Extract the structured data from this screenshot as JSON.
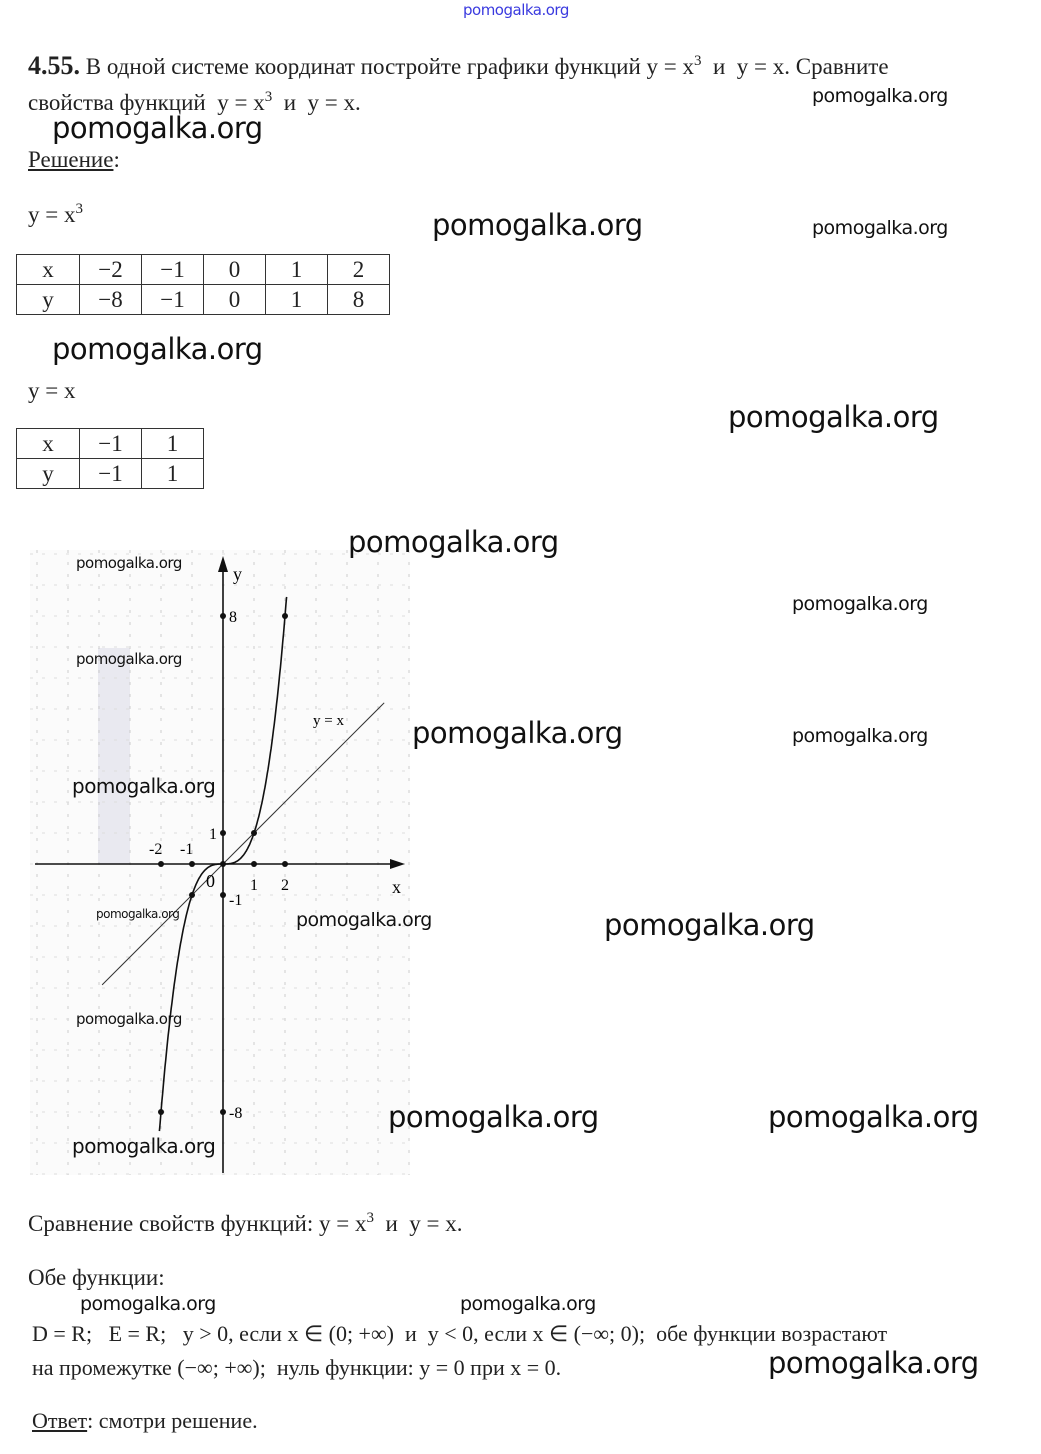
{
  "problem": {
    "number": "4.55.",
    "line1_a": "В одной системе координат постройте графики функций y = x",
    "line1_sup": "3",
    "line1_b": "  и  y = x. Сравните",
    "line2_a": "свойства функций  y = x",
    "line2_sup": "3",
    "line2_b": "  и  y = x."
  },
  "solution_label": "Решение",
  "solution_colon": ":",
  "table1": {
    "title_a": "y = x",
    "title_sup": "3",
    "x": [
      "x",
      "−2",
      "−1",
      "0",
      "1",
      "2"
    ],
    "y": [
      "y",
      "−8",
      "−1",
      "0",
      "1",
      "8"
    ]
  },
  "table2": {
    "title": "y = x",
    "x": [
      "x",
      "−1",
      "1"
    ],
    "y": [
      "y",
      "−1",
      "1"
    ]
  },
  "chart_data": {
    "type": "line",
    "axes": {
      "x_label": "x",
      "y_label": "y",
      "origin_label": "0"
    },
    "x_ticks": [
      "-2",
      "-1",
      "1",
      "2"
    ],
    "y_ticks": [
      "8",
      "1",
      "-1",
      "-8"
    ],
    "x_tick_values": [
      -2,
      -1,
      1,
      2
    ],
    "y_tick_values": [
      8,
      1,
      -1,
      -8
    ],
    "series": [
      {
        "name": "y = x^3",
        "points": [
          [
            -2,
            -8
          ],
          [
            -1,
            -1
          ],
          [
            0,
            0
          ],
          [
            1,
            1
          ],
          [
            2,
            8
          ]
        ]
      },
      {
        "name": "y = x",
        "label": "y = x",
        "range": [
          -3.9,
          5.2
        ]
      }
    ],
    "grid": true
  },
  "comparison": {
    "title_a": "Сравнение свойств функций: y = x",
    "title_sup": "3",
    "title_b": "  и  y = x.",
    "both": "Обе функции:",
    "line1": "D = R;   E = R;   y > 0, если x ∈ (0; +∞)  и  y < 0, если x ∈ (−∞; 0);  обе функции возрастают",
    "line2": "на промежутке (−∞; +∞);  нуль функции: y = 0 при x = 0."
  },
  "answer": {
    "label": "Ответ",
    "text": ": смотри решение."
  },
  "watermarks": [
    "pomogalka.org",
    "pomogalka.org",
    "pomogalka.org",
    "pomogalka.org",
    "pomogalka.org",
    "pomogalka.org",
    "pomogalka.org",
    "pomogalka.org",
    "pomogalka.org",
    "pomogalka.org",
    "pomogalka.org",
    "pomogalka.org",
    "pomogalka.org",
    "pomogalka.org",
    "pomogalka.org",
    "pomogalka.org",
    "pomogalka.org",
    "pomogalka.org",
    "pomogalka.org",
    "pomogalka.org",
    "pomogalka.org",
    "pomogalka.org",
    "pomogalka.org",
    "pomogalka.org"
  ],
  "colors": {
    "top_watermark": "#3a3adf"
  }
}
